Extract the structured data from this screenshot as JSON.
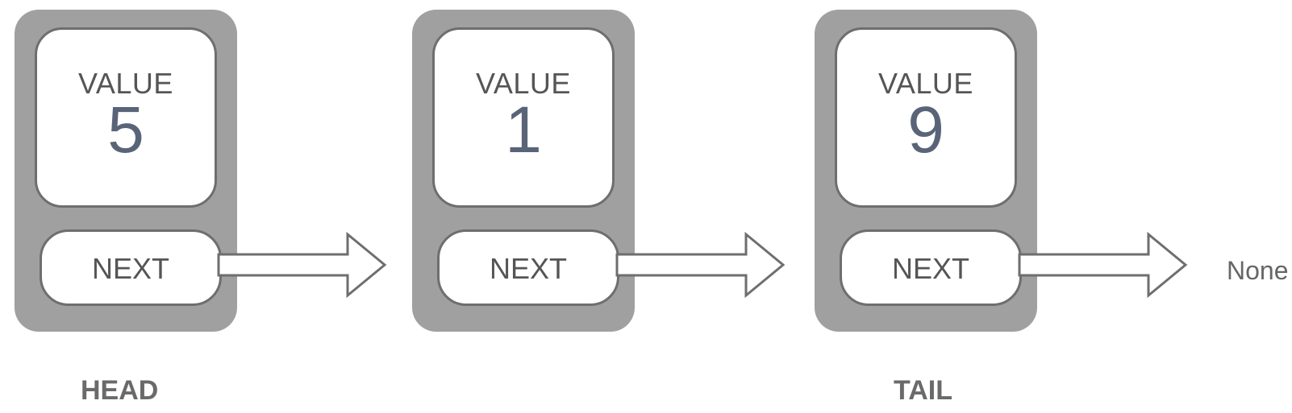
{
  "nodes": [
    {
      "value_label": "VALUE",
      "value": "5",
      "next_label": "NEXT"
    },
    {
      "value_label": "VALUE",
      "value": "1",
      "next_label": "NEXT"
    },
    {
      "value_label": "VALUE",
      "value": "9",
      "next_label": "NEXT"
    }
  ],
  "terminal_label": "None",
  "head_label": "HEAD",
  "tail_label": "TAIL",
  "colors": {
    "node_fill": "#a0a0a0",
    "box_border": "#6e6e6e",
    "value_number": "#5a6478",
    "label_text": "#555555",
    "caption_text": "#6a6a6a"
  }
}
